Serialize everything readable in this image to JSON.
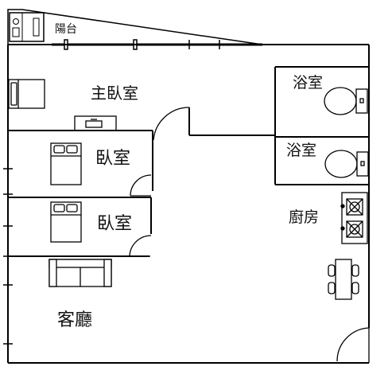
{
  "floor_plan": {
    "rooms": {
      "balcony": "陽台",
      "master_bedroom": "主臥室",
      "bathroom_1": "浴室",
      "bathroom_2": "浴室",
      "bedroom_1": "臥室",
      "bedroom_2": "臥室",
      "kitchen": "廚房",
      "living_room": "客廳"
    },
    "colors": {
      "wall": "#000000",
      "background": "#ffffff",
      "fixture_fill": "#ffffff"
    },
    "icons": [
      "washing-machine-icon",
      "bed-icon",
      "desk-icon",
      "toilet-icon",
      "stove-icon",
      "sofa-icon",
      "dining-table-icon",
      "door-swing-icon"
    ]
  }
}
